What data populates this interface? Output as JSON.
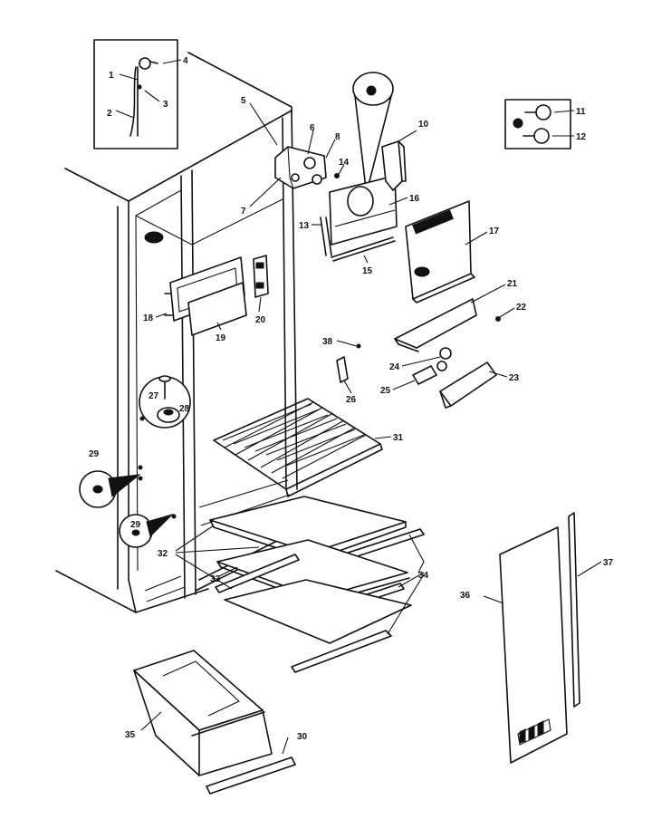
{
  "callouts": [
    {
      "id": "c1",
      "text": "1"
    },
    {
      "id": "c2",
      "text": "2"
    },
    {
      "id": "c3",
      "text": "3"
    },
    {
      "id": "c4",
      "text": "4"
    },
    {
      "id": "c5",
      "text": "5"
    },
    {
      "id": "c6",
      "text": "6"
    },
    {
      "id": "c7",
      "text": "7"
    },
    {
      "id": "c8",
      "text": "8"
    },
    {
      "id": "c10",
      "text": "10"
    },
    {
      "id": "c11",
      "text": "11"
    },
    {
      "id": "c12",
      "text": "12"
    },
    {
      "id": "c13",
      "text": "13"
    },
    {
      "id": "c14",
      "text": "14"
    },
    {
      "id": "c15",
      "text": "15"
    },
    {
      "id": "c16",
      "text": "16"
    },
    {
      "id": "c17",
      "text": "17"
    },
    {
      "id": "c18",
      "text": "18"
    },
    {
      "id": "c19",
      "text": "19"
    },
    {
      "id": "c20",
      "text": "20"
    },
    {
      "id": "c21",
      "text": "21"
    },
    {
      "id": "c22",
      "text": "22"
    },
    {
      "id": "c23",
      "text": "23"
    },
    {
      "id": "c24",
      "text": "24"
    },
    {
      "id": "c25",
      "text": "25"
    },
    {
      "id": "c26",
      "text": "26"
    },
    {
      "id": "c27",
      "text": "27"
    },
    {
      "id": "c28",
      "text": "28"
    },
    {
      "id": "c29a",
      "text": "29"
    },
    {
      "id": "c29b",
      "text": "29"
    },
    {
      "id": "c30",
      "text": "30"
    },
    {
      "id": "c31",
      "text": "31"
    },
    {
      "id": "c32",
      "text": "32"
    },
    {
      "id": "c33",
      "text": "33"
    },
    {
      "id": "c34",
      "text": "34"
    },
    {
      "id": "c35",
      "text": "35"
    },
    {
      "id": "c36",
      "text": "36"
    },
    {
      "id": "c37",
      "text": "37"
    },
    {
      "id": "c38",
      "text": "38"
    }
  ]
}
